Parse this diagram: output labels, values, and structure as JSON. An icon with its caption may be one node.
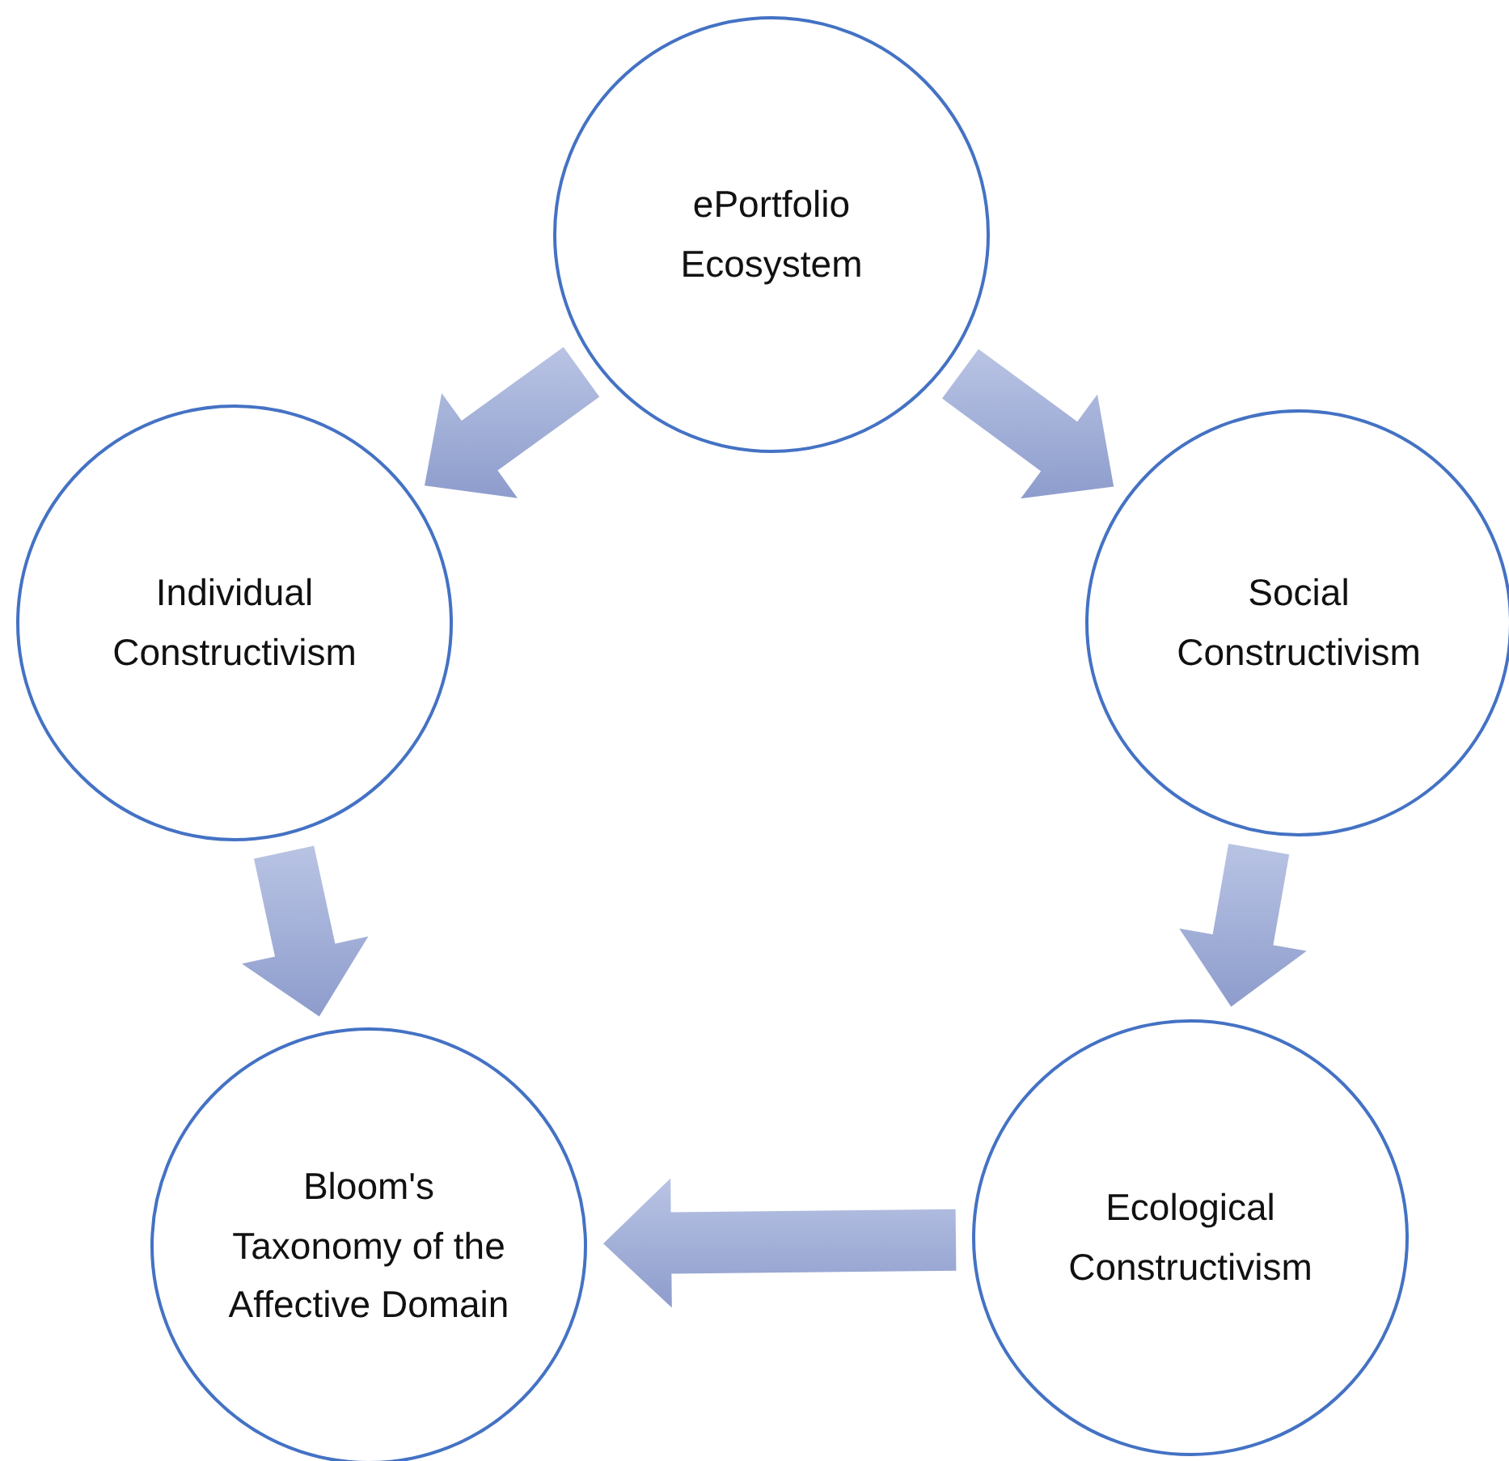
{
  "diagram": {
    "nodes": [
      {
        "text": [
          "ePortfolio Ecosystem"
        ]
      },
      {
        "text": [
          "Individual Constructivism"
        ]
      },
      {
        "text": [
          "Social Constructivism"
        ]
      },
      {
        "text": [
          "Bloom's Taxonomy of the Affective Domain"
        ]
      },
      {
        "text": [
          "Ecological Constructivism"
        ]
      }
    ],
    "edges": [
      {
        "from": 0,
        "to": 1,
        "arrow": "to"
      },
      {
        "from": 0,
        "to": 2,
        "arrow": "to"
      },
      {
        "from": 1,
        "to": 3,
        "arrow": "to"
      },
      {
        "from": 2,
        "to": 4,
        "arrow": "to"
      },
      {
        "from": 4,
        "to": 3,
        "arrow": "to"
      }
    ]
  }
}
